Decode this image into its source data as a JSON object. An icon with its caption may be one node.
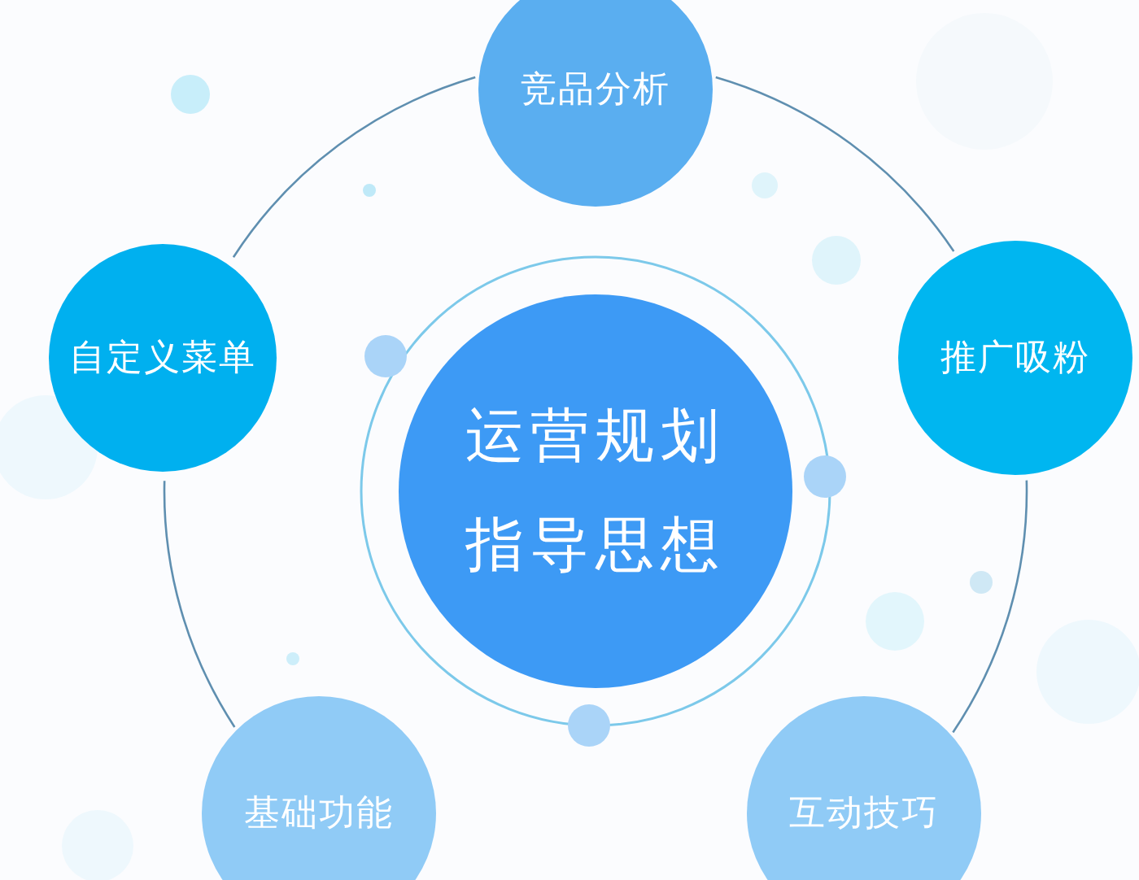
{
  "diagram": {
    "nodes": [
      {
        "text": [
          "竞品分析"
        ]
      },
      {
        "text": [
          "自定义菜单"
        ]
      },
      {
        "text": [
          "推广吸粉"
        ]
      },
      {
        "text": [
          "运营规划",
          "指导思想"
        ]
      },
      {
        "text": [
          "基础功能"
        ]
      },
      {
        "text": [
          "互动技巧"
        ]
      }
    ],
    "edges": [
      {
        "from": 1,
        "to": 0,
        "arrow": "none"
      },
      {
        "from": 0,
        "to": 2,
        "arrow": "none"
      },
      {
        "from": 2,
        "to": 5,
        "arrow": "none"
      },
      {
        "from": 4,
        "to": 1,
        "arrow": "none"
      }
    ]
  }
}
